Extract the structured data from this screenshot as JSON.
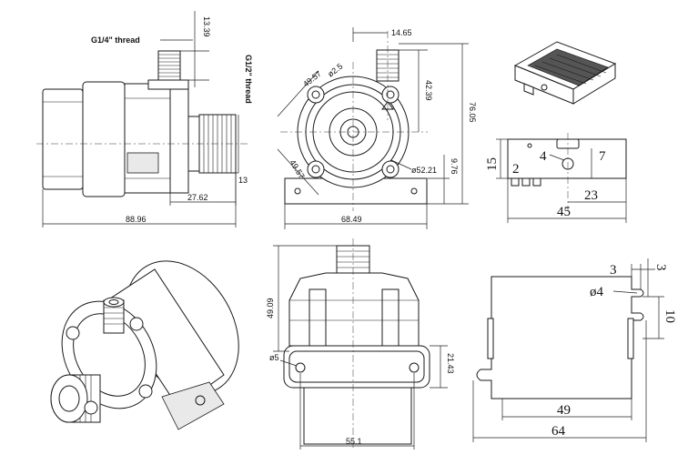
{
  "side_view": {
    "thread_label_top": "G1/4\" thread",
    "thread_label_right": "G1/2\" thread",
    "dim_inlet_height": "13.39",
    "dim_outlet_len": "27.62",
    "dim_outlet_dia": "13",
    "dim_total_len": "88.96"
  },
  "front_view": {
    "dim_top_offset": "14.65",
    "dim_diag_upper": "49.57",
    "dim_hole": "ø2.5",
    "dim_height_inner": "42.39",
    "dim_height_total": "76.05",
    "dim_diag_lower": "49.57",
    "dim_circle": "ø52.21",
    "dim_base_offset": "9.76",
    "dim_width": "68.49"
  },
  "bracket_view": {
    "dim_height": "15",
    "dim_slot": "2",
    "dim_hole": "4",
    "dim_hole_offset": "7",
    "dim_hole_pos": "23",
    "dim_width": "45"
  },
  "top_view": {
    "dim_height": "49.09",
    "dim_hole": "ø5",
    "dim_base_height": "21.43",
    "dim_width": "55.1"
  },
  "plate_view": {
    "dim_slot_w": "3",
    "dim_slot_h": "3",
    "dim_hole": "ø4",
    "dim_slot_gap": "10",
    "dim_inner": "49",
    "dim_total": "64"
  }
}
